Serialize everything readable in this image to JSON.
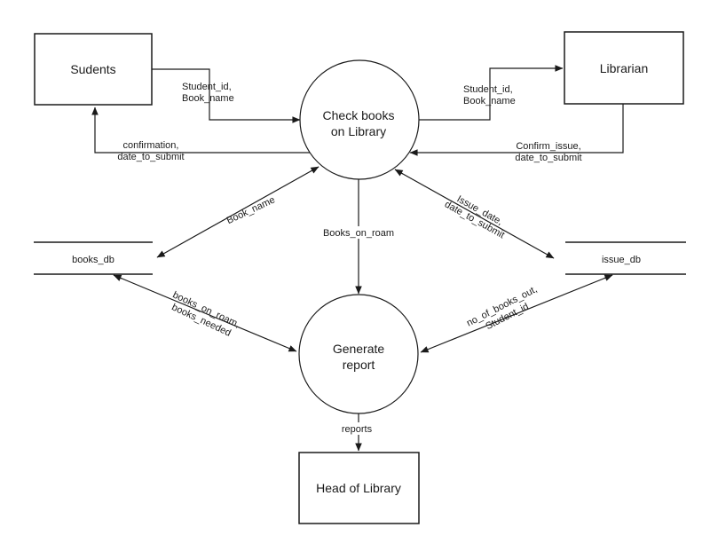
{
  "diagram": {
    "background_color": "#ffffff",
    "line_color": "#1a1a1a"
  },
  "entities": {
    "students": {
      "label": "Sudents"
    },
    "librarian": {
      "label": "Librarian"
    },
    "head_of_library": {
      "label": "Head of Library"
    }
  },
  "processes": {
    "check_books": {
      "line1": "Check books",
      "line2": "on Library"
    },
    "generate_report": {
      "line1": "Generate",
      "line2": "report"
    }
  },
  "datastores": {
    "books_db": {
      "label": "books_db"
    },
    "issue_db": {
      "label": "issue_db"
    }
  },
  "flows": {
    "students_to_check": {
      "line1": "Student_id,",
      "line2": "Book_name"
    },
    "check_to_students": {
      "line1": "confirmation,",
      "line2": "date_to_submit"
    },
    "check_to_librarian": {
      "line1": "Student_id,",
      "line2": "Book_name"
    },
    "librarian_to_check": {
      "line1": "Confirm_issue,",
      "line2": "date_to_submit"
    },
    "check_and_books_db": {
      "line1": "Book_name"
    },
    "check_and_issue_db": {
      "line1": "Issue_date,",
      "line2": "date_to_submit"
    },
    "check_to_report": {
      "line1": "Books_on_roam"
    },
    "books_db_and_report": {
      "line1": "books_on_roam,",
      "line2": "books_needed"
    },
    "issue_db_and_report": {
      "line1": "no_of_books_out,",
      "line2": "Student_id"
    },
    "report_to_head": {
      "line1": "reports"
    }
  }
}
